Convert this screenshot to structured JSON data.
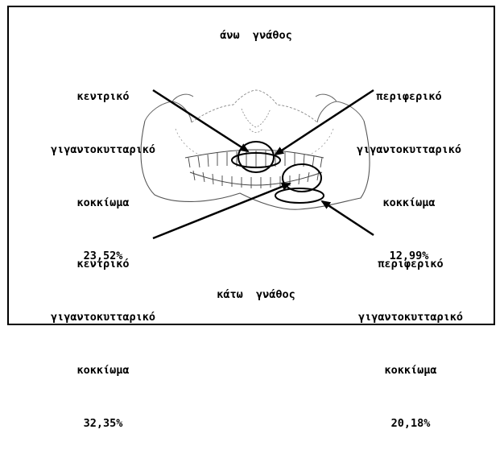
{
  "diagram": {
    "upper_jaw": "άνω  γνάθος",
    "lower_jaw": "κάτω  γνάθος",
    "annotations": {
      "upper_left": {
        "lines": [
          "κεντρικό",
          "γιγαντοκυτταρικό",
          "κοκκίωμα"
        ],
        "value": "23,52%"
      },
      "upper_right": {
        "lines": [
          "περιφερικό",
          "γιγαντοκυτταρικό",
          "κοκκίωμα"
        ],
        "value": "12,99%"
      },
      "lower_left": {
        "lines": [
          "κεντρικό",
          "γιγαντοκυτταρικό",
          "κοκκίωμα"
        ],
        "value": "32,35%"
      },
      "lower_right": {
        "lines": [
          "περιφερικό",
          "γιγαντοκυτταρικό",
          "κοκκίωμα"
        ],
        "value": "20,18%"
      }
    }
  }
}
